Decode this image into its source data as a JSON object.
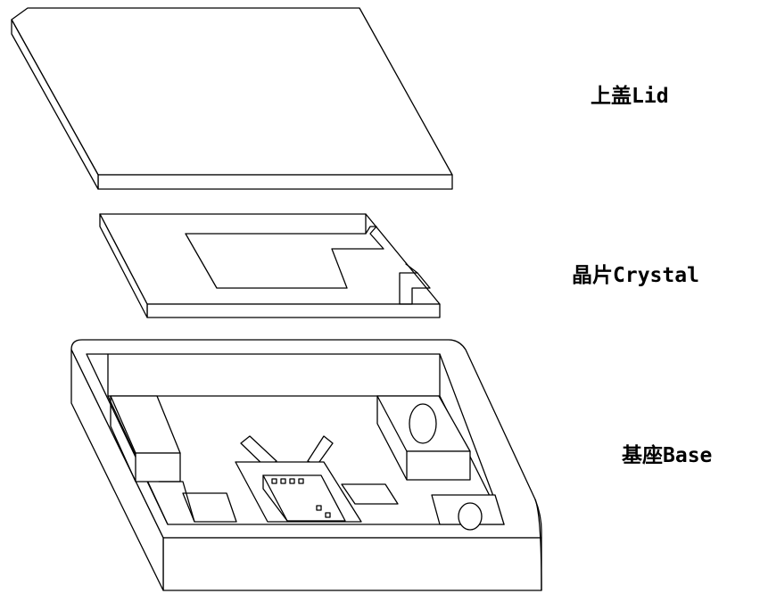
{
  "diagram": {
    "labels": {
      "lid": "上盖Lid",
      "crystal": "晶片Crystal",
      "base": "基座Base"
    },
    "colors": {
      "stroke": "#000000",
      "background": "#ffffff"
    }
  }
}
